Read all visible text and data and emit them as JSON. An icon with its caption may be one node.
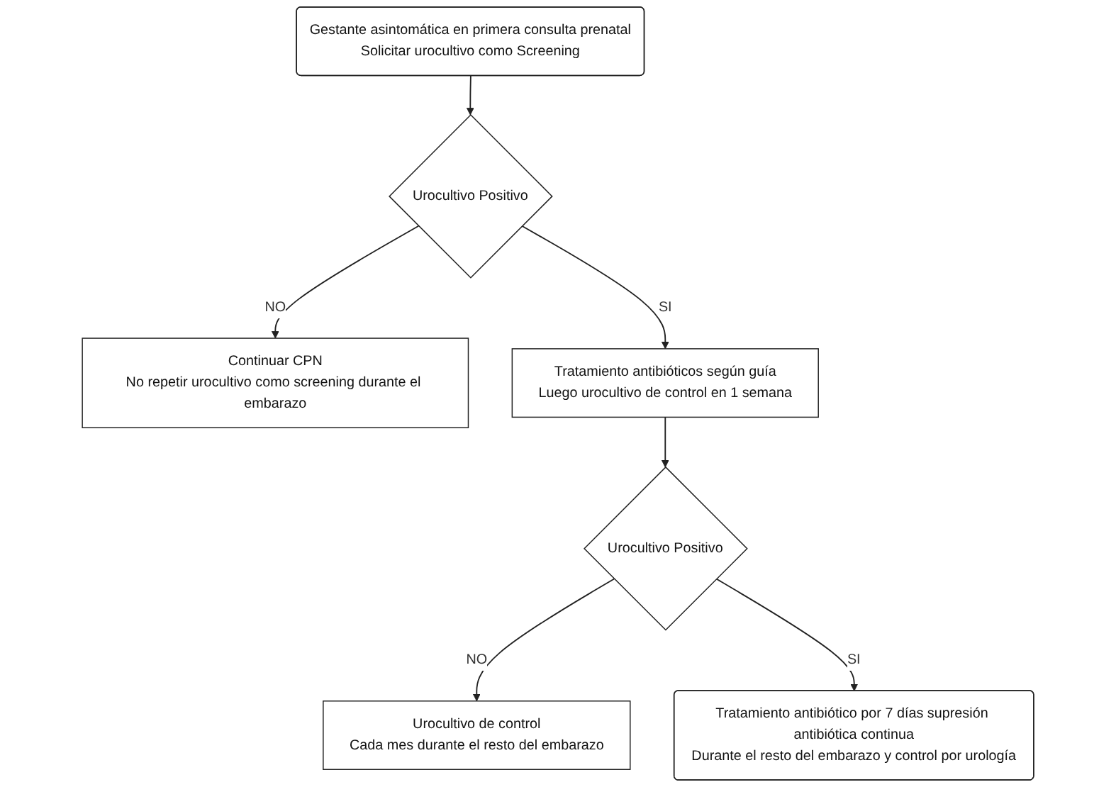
{
  "diagram": {
    "nodes": [
      {
        "text": [
          "Gestante asintomática en primera consulta prenatal",
          "Solicitar urocultivo como Screening"
        ]
      },
      {
        "text": [
          "Urocultivo Positivo"
        ]
      },
      {
        "text": [
          "Continuar CPN",
          "No repetir urocultivo como screening durante el embarazo"
        ]
      },
      {
        "text": [
          "Tratamiento antibióticos según guía",
          "Luego urocultivo de control en 1 semana"
        ]
      },
      {
        "text": [
          "Urocultivo Positivo"
        ]
      },
      {
        "text": [
          "Urocultivo de control",
          "Cada mes durante el resto del embarazo"
        ]
      },
      {
        "text": [
          "Tratamiento antibiótico por 7 días supresión antibiótica continua",
          "Durante el resto del embarazo y control por urología"
        ]
      }
    ],
    "edges": [
      {
        "from": 0,
        "to": 1,
        "arrow": "to"
      },
      {
        "from": 1,
        "to": 2,
        "label": "NO",
        "arrow": "to"
      },
      {
        "from": 1,
        "to": 3,
        "label": "SI",
        "arrow": "to"
      },
      {
        "from": 3,
        "to": 4,
        "arrow": "to"
      },
      {
        "from": 4,
        "to": 5,
        "label": "NO",
        "arrow": "to"
      },
      {
        "from": 4,
        "to": 6,
        "label": "SI",
        "arrow": "to"
      }
    ]
  }
}
